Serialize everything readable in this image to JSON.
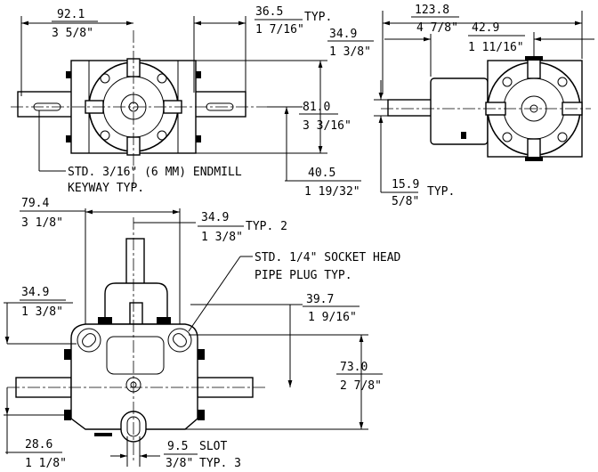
{
  "top_view": {
    "d1": "92.1",
    "d1_in": "3 5/8\"",
    "d2": "36.5",
    "d2_note": "TYP.",
    "d2_in": "1 7/16\"",
    "d3": "81.0",
    "d3_in": "3 3/16\"",
    "d4": "40.5",
    "d4_in": "1 19/32\"",
    "keyway_line1": "STD. 3/16\" (6 MM) ENDMILL",
    "keyway_line2": "KEYWAY TYP."
  },
  "side_view": {
    "d1": "123.8",
    "d1_in": "4 7/8\"",
    "d2": "34.9",
    "d2_in": "1 3/8\"",
    "d3": "42.9",
    "d3_in": "1 11/16\"",
    "d4": "15.9",
    "d4_note": "TYP.",
    "d4_in": "5/8\""
  },
  "front_view": {
    "d1": "79.4",
    "d1_in": "3 1/8\"",
    "d2": "34.9",
    "d2_note": "TYP. 2",
    "d2_in": "1 3/8\"",
    "plug_line1": "STD. 1/4\" SOCKET HEAD",
    "plug_line2": "PIPE PLUG TYP.",
    "d3": "34.9",
    "d3_in": "1 3/8\"",
    "d4": "39.7",
    "d4_in": "1 9/16\"",
    "d5": "73.0",
    "d5_in": "2 7/8\"",
    "d6": "28.6",
    "d6_in": "1 1/8\"",
    "d7": "9.5",
    "d7_note": "SLOT",
    "d7_in": "3/8\"",
    "d7_typ": "TYP. 3"
  }
}
